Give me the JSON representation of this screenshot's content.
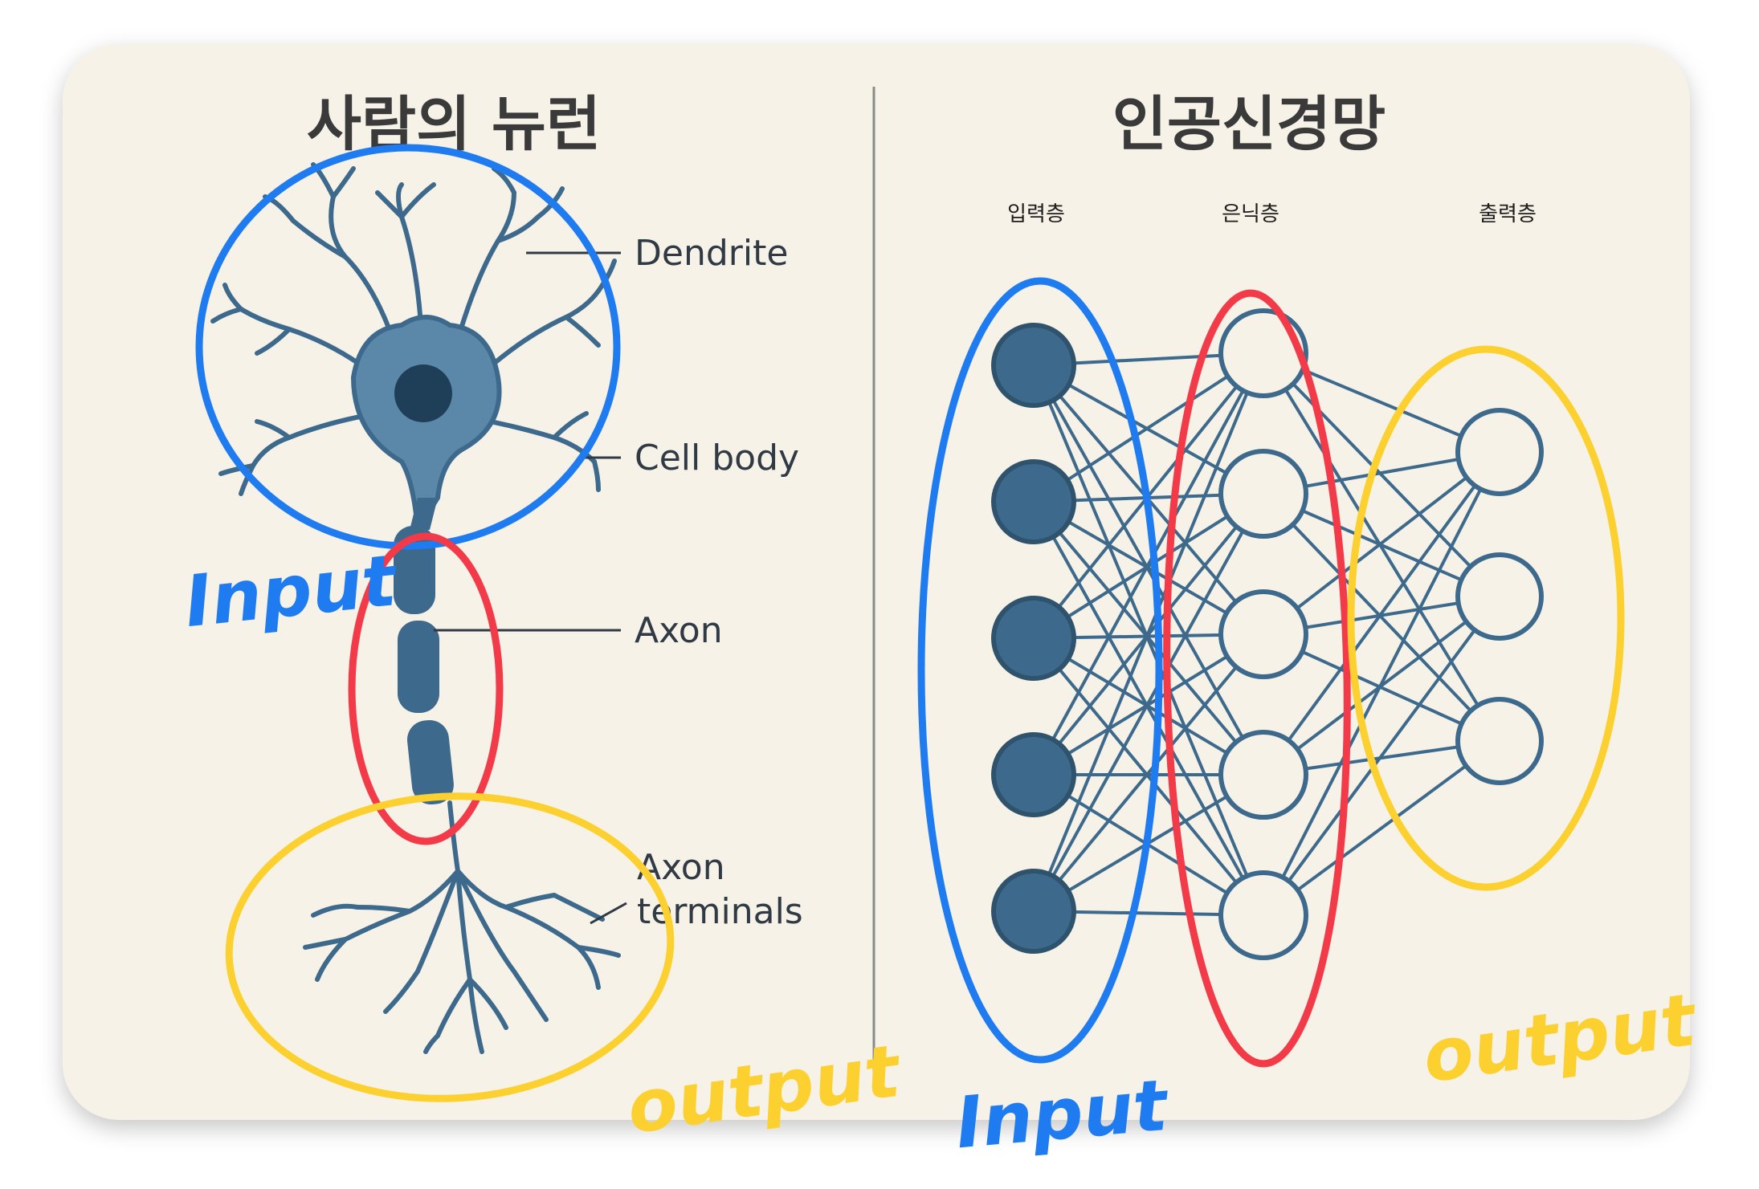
{
  "left_panel": {
    "title": "사람의 뉴런",
    "labels": {
      "dendrite": "Dendrite",
      "cell_body": "Cell body",
      "axon": "Axon",
      "axon_terminals_line1": "Axon",
      "axon_terminals_line2": "terminals"
    },
    "annotations": {
      "input": "Input",
      "output": "output"
    }
  },
  "right_panel": {
    "title": "인공신경망",
    "layers": {
      "input": "입력층",
      "hidden": "은닉층",
      "output": "출력층"
    },
    "network": {
      "input_nodes": 5,
      "hidden_nodes": 5,
      "output_nodes": 3
    },
    "annotations": {
      "input": "Input",
      "output": "output"
    }
  },
  "colors": {
    "card_background": "#f7f2e7",
    "neuron": "#3d6a8c",
    "neuron_body": "#5b88a8",
    "annotation_blue": "#1f7bf0",
    "annotation_red": "#f23a48",
    "annotation_yellow": "#fbd02f",
    "divider": "#8a8a8a"
  }
}
